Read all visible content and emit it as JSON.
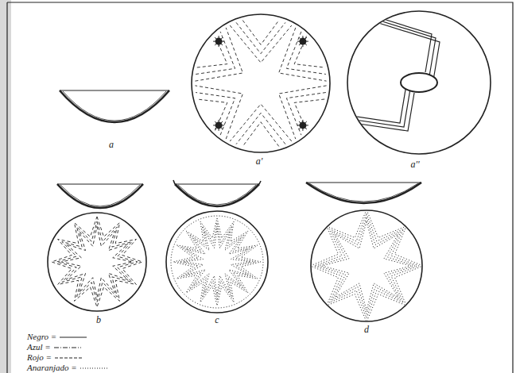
{
  "diagram": {
    "labels": [
      "a",
      "a'",
      "a''",
      "b",
      "c",
      "d"
    ],
    "legend": [
      {
        "text": "Negro ="
      },
      {
        "text": "Azul ="
      },
      {
        "text": "Rojo ="
      },
      {
        "text": "Anaranjado ="
      }
    ]
  }
}
